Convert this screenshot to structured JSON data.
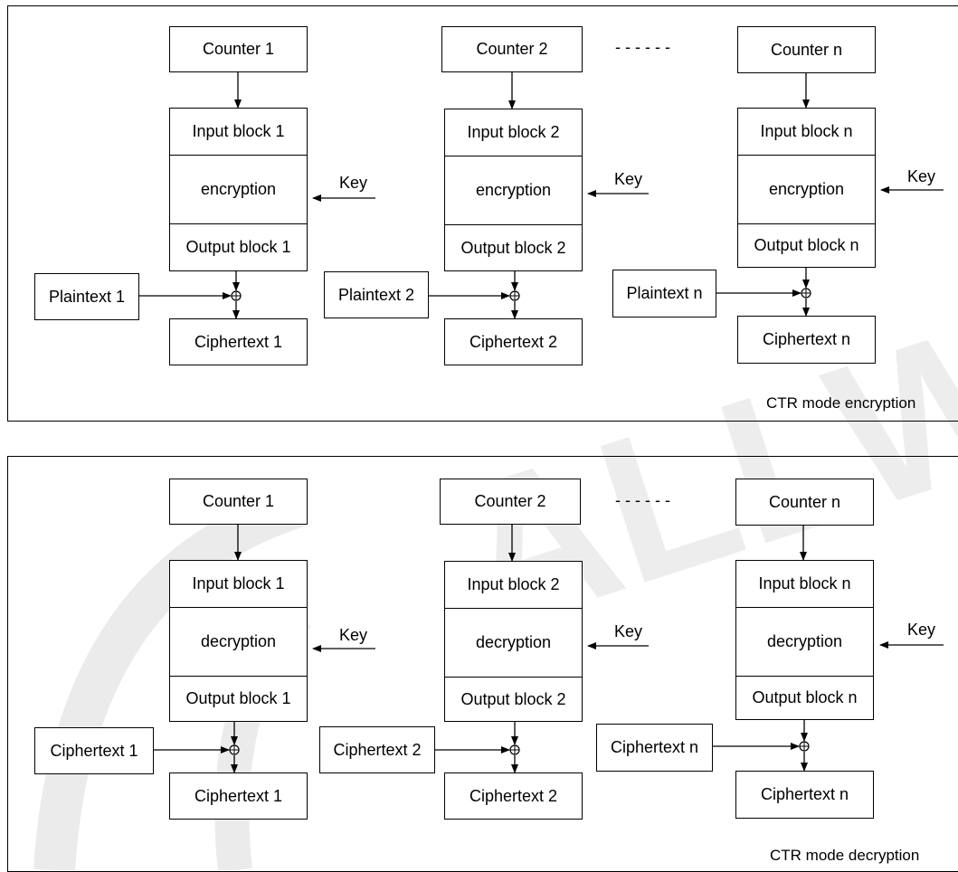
{
  "encryption": {
    "mode_label": "CTR mode encryption",
    "dashes": "------",
    "columns": [
      {
        "counter": "Counter 1",
        "input": "Input block 1",
        "cipher": "encryption",
        "output": "Output block 1",
        "key": "Key",
        "in_text": "Plaintext 1",
        "out_text": "Ciphertext 1"
      },
      {
        "counter": "Counter 2",
        "input": "Input block 2",
        "cipher": "encryption",
        "output": "Output block 2",
        "key": "Key",
        "in_text": "Plaintext 2",
        "out_text": "Ciphertext 2"
      },
      {
        "counter": "Counter n",
        "input": "Input block n",
        "cipher": "encryption",
        "output": "Output block n",
        "key": "Key",
        "in_text": "Plaintext n",
        "out_text": "Ciphertext n"
      }
    ]
  },
  "decryption": {
    "mode_label": "CTR mode decryption",
    "dashes": "------",
    "columns": [
      {
        "counter": "Counter 1",
        "input": "Input block 1",
        "cipher": "decryption",
        "output": "Output block 1",
        "key": "Key",
        "in_text": "Ciphertext 1",
        "out_text": "Ciphertext 1"
      },
      {
        "counter": "Counter 2",
        "input": "Input block 2",
        "cipher": "decryption",
        "output": "Output block 2",
        "key": "Key",
        "in_text": "Ciphertext 2",
        "out_text": "Ciphertext 2"
      },
      {
        "counter": "Counter n",
        "input": "Input block n",
        "cipher": "decryption",
        "output": "Output block n",
        "key": "Key",
        "in_text": "Ciphertext n",
        "out_text": "Ciphertext n"
      }
    ]
  },
  "watermark": "ALLWINNER",
  "colors": {
    "line": "#000000",
    "watermark": "#e6e6e6"
  }
}
